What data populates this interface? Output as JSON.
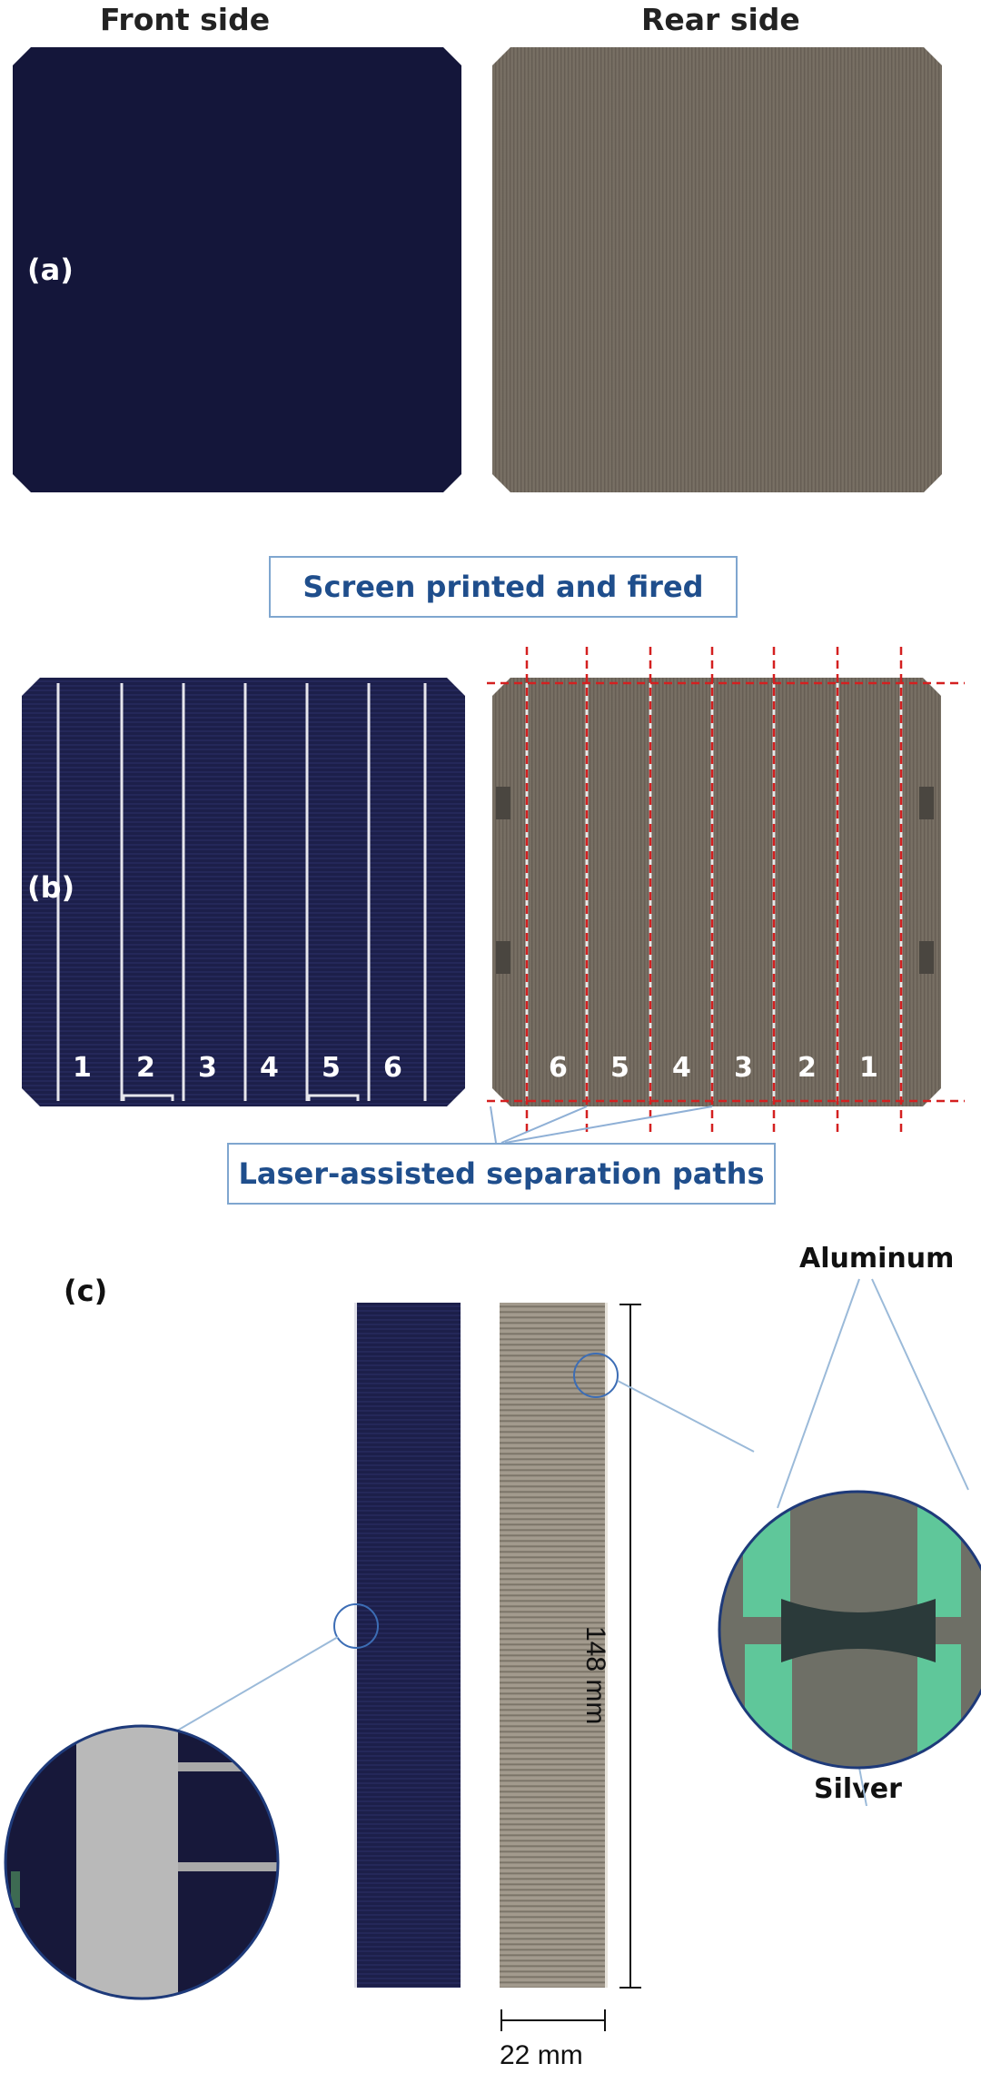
{
  "panel_a": {
    "label": "(a)",
    "front_header": "Front side",
    "rear_header": "Rear side"
  },
  "callout_screen": "Screen printed and fired",
  "panel_b": {
    "label": "(b)",
    "front_strip_numbers": [
      "1",
      "2",
      "3",
      "4",
      "5",
      "6"
    ],
    "rear_strip_numbers": [
      "6",
      "5",
      "4",
      "3",
      "2",
      "1"
    ]
  },
  "callout_laser": "Laser-assisted separation paths",
  "panel_c": {
    "label": "(c)",
    "aluminum_label": "Aluminum",
    "silver_label": "Silver",
    "length_label": "148 mm",
    "width_label": "22 mm"
  },
  "colors": {
    "front_cell": "#14163a",
    "rear_cell": "#6b6359",
    "callout_text": "#1f4e8c",
    "callout_border": "#7fa6cf",
    "separation_line": "#d42020"
  }
}
